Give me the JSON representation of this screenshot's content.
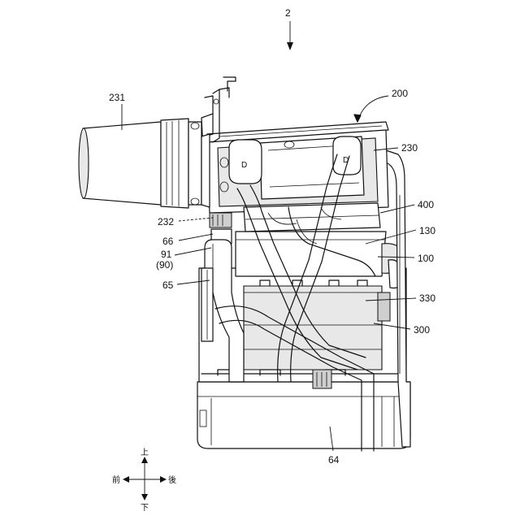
{
  "figure": {
    "assembly_ref": "2",
    "labels": {
      "l231": "231",
      "l200": "200",
      "l230": "230",
      "l400": "400",
      "l130": "130",
      "l100": "100",
      "l232": "232",
      "l66": "66",
      "l91": "91",
      "l90": "(90)",
      "l65": "65",
      "l330": "330",
      "l300": "300",
      "l64": "64"
    },
    "directions": {
      "up": "上",
      "down": "下",
      "front": "前",
      "back": "後"
    }
  }
}
